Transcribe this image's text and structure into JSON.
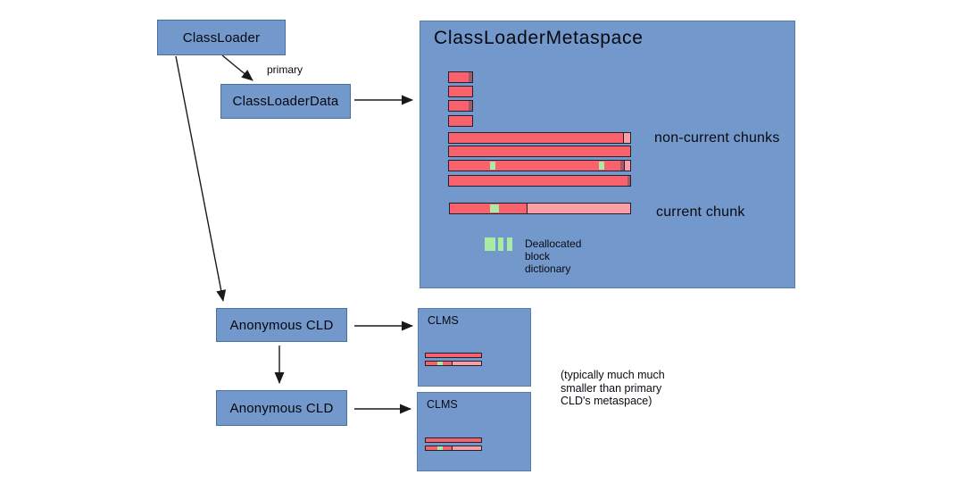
{
  "boxes": {
    "classloader": "ClassLoader",
    "classloaderdata": "ClassLoaderData",
    "anon_cld_1": "Anonymous CLD",
    "anon_cld_2": "Anonymous CLD",
    "clms_1": "CLMS",
    "clms_2": "CLMS"
  },
  "labels": {
    "primary": "primary",
    "noncurrent_chunks": "non-current chunks",
    "current_chunk": "current chunk"
  },
  "metaspace": {
    "title": "ClassLoaderMetaspace"
  },
  "legend": {
    "line1": "Deallocated",
    "line2": "block",
    "line3": "dictionary"
  },
  "note": {
    "line1": "(typically much much",
    "line2": "smaller than primary",
    "line3": "CLD's metaspace)"
  },
  "colors": {
    "box_blue": "#7398cb",
    "box_border_blue": "#47709f",
    "panel_border_blue": "#5a7ca9",
    "chunk_red": "#f9626c",
    "chunk_pink": "#faa0a4",
    "sliver_dark": "#a25a68",
    "dealloc_green": "#a9eba5",
    "border_dark": "#20202e",
    "arrow_black": "#1a1a1a"
  }
}
